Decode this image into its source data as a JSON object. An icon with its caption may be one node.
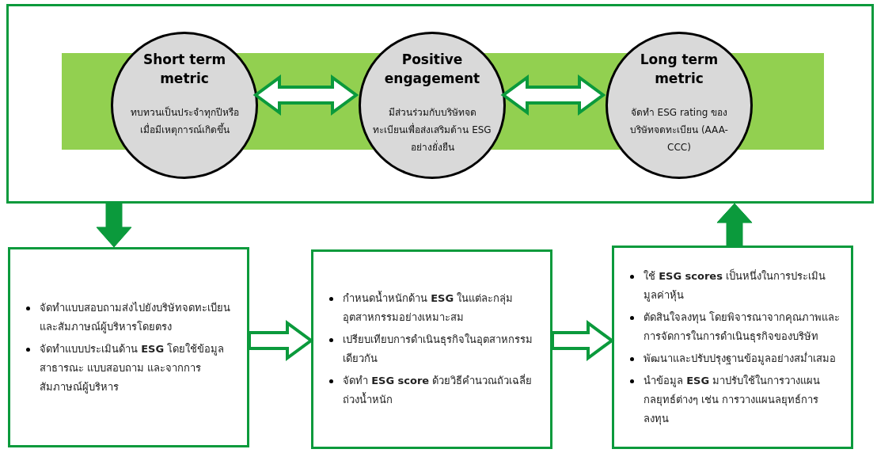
{
  "diagram": {
    "nodes": [
      {
        "text": [],
        "shape": "box"
      },
      {
        "text": [
          "Short term metric",
          "ทบทวนเป็นประจำทุกปีหรือเมื่อมีเหตุการณ์เกิดขึ้น"
        ],
        "in": 0
      },
      {
        "text": [
          "Positive engagement",
          "มีส่วนร่วมกับบริษัทจดทะเบียนเพื่อส่งเสริมด้าน ESG อย่างยั่งยืน"
        ],
        "in": 0
      },
      {
        "text": [
          "Long term metric",
          "จัดทำ ESG rating ของบริษัทจดทะเบียน (AAA-CCC)"
        ],
        "in": 0
      },
      {
        "text": [
          "จัดทำแบบสอบถามส่งไปยังบริษัทจดทะเบียนและสัมภาษณ์ผู้บริหารโดยตรง",
          "จัดทำแบบประเมินด้าน **ESG** โดยใช้ข้อมูลสาธารณะ แบบสอบถาม และจากการสัมภาษณ์ผู้บริหาร"
        ]
      },
      {
        "text": [
          "กำหนดน้ำหนักด้าน **ESG** ในแต่ละกลุ่มอุตสาหกรรมอย่างเหมาะสม",
          "เปรียบเทียบการดำเนินธุรกิจในอุตสาหกรรมเดียวกัน",
          "จัดทำ **ESG score** ด้วยวิธีคำนวณถัวเฉลี่ยถ่วงน้ำหนัก"
        ]
      },
      {
        "text": [
          "ใช้ **ESG scores** เป็นหนึ่งในการประเมินมูลค่าหุ้น",
          "ตัดสินใจลงทุน โดยพิจารณาจากคุณภาพและการจัดการในการดำเนินธุรกิจของบริษัท",
          "พัฒนาและปรับปรุงฐานข้อมูลอย่างสม่ำเสมอ",
          "นำข้อมูล **ESG** มาปรับใช้ในการวางแผนกลยุทธ์ต่างๆ เช่น การวางแผนลยุทธ์การลงทุน"
        ]
      }
    ],
    "edges": [
      {
        "from": 1,
        "to": 2,
        "arrow": "both",
        "style": "thick"
      },
      {
        "from": 2,
        "to": 3,
        "arrow": "both",
        "style": "thick"
      },
      {
        "from": 0,
        "to": 4,
        "arrow": "to",
        "style": "thick"
      },
      {
        "from": 4,
        "to": 5,
        "arrow": "to",
        "style": "thick"
      },
      {
        "from": 5,
        "to": 6,
        "arrow": "to",
        "style": "thick"
      },
      {
        "from": 6,
        "to": 0,
        "arrow": "to",
        "style": "thick"
      }
    ]
  }
}
